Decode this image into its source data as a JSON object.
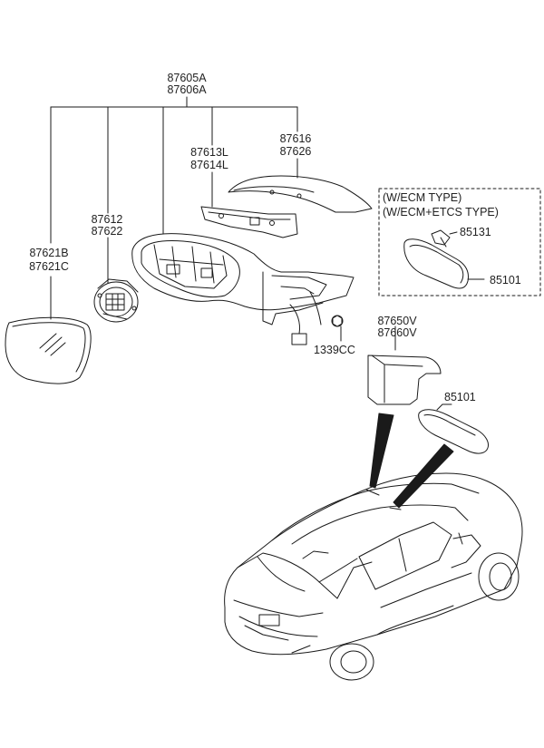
{
  "labels": {
    "assembly_a": "87605A",
    "assembly_b": "87606A",
    "glass_b": "87621B",
    "glass_c": "87621C",
    "actuator_a": "87612",
    "actuator_b": "87622",
    "scalp_l": "87613L",
    "scalp_l2": "87614L",
    "cover_a": "87616",
    "cover_b": "87626",
    "screw": "1339CC",
    "option_1": "(W/ECM TYPE)",
    "option_2": "(W/ECM+ETCS TYPE)",
    "ecm_sensor": "85131",
    "ecm_mirror": "85101",
    "inner_cover_a": "87650V",
    "inner_cover_b": "87660V",
    "inside_mirror": "85101"
  }
}
